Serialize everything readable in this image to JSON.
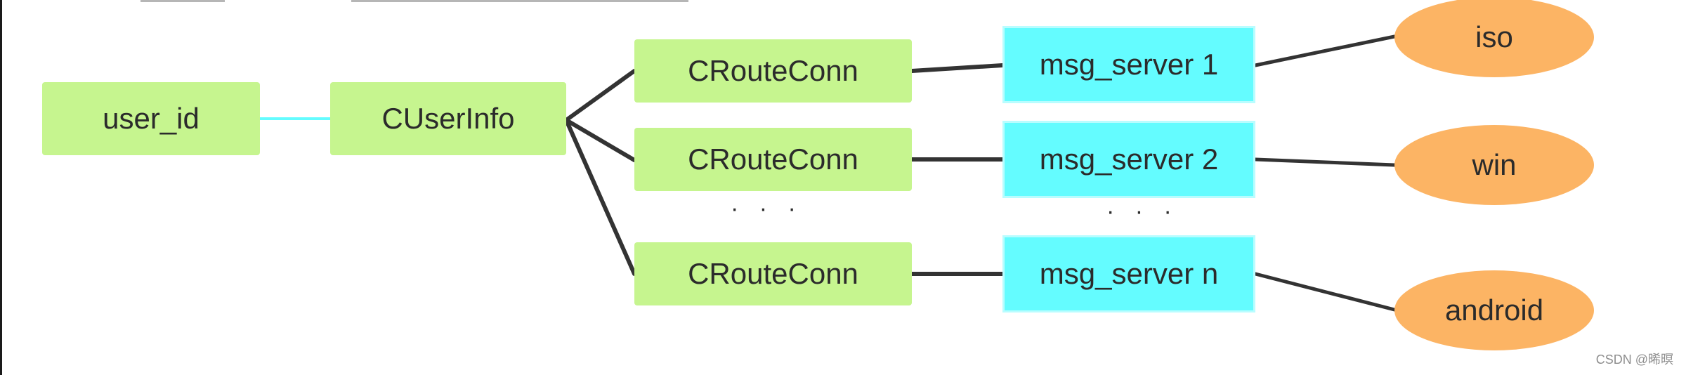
{
  "colors": {
    "green_box": "#c6f58f",
    "cyan_box": "#64fcff",
    "orange_ellipse": "#fcb464",
    "connector": "#333333",
    "cyan_connector": "#64fcff"
  },
  "diagram": {
    "user_id": "user_id",
    "user_info": "CUserInfo",
    "route_conns": [
      "CRouteConn",
      "CRouteConn",
      "CRouteConn"
    ],
    "msg_servers": [
      "msg_server 1",
      "msg_server 2",
      "msg_server n"
    ],
    "clients": [
      "iso",
      "win",
      "android"
    ],
    "ellipsis": "· · ·"
  },
  "watermark": "CSDN @晞暝"
}
